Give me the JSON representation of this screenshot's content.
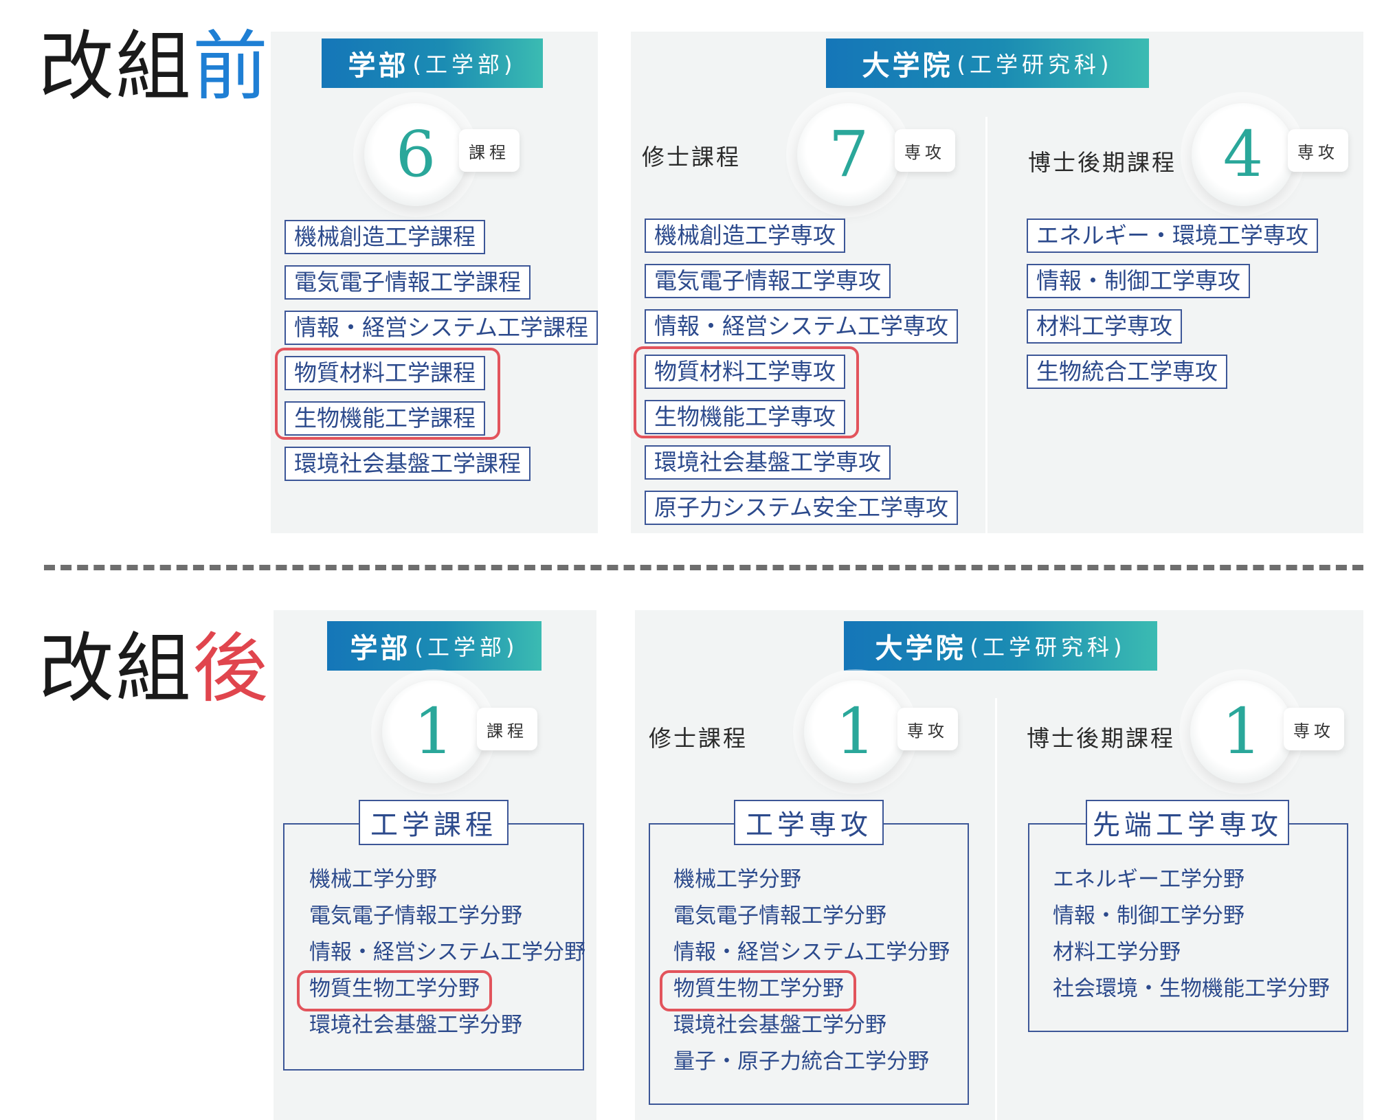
{
  "before": {
    "label_prefix": "改組",
    "label_accent": "前",
    "accent_color": "#1f7fd4",
    "faculty": {
      "header_main": "学部",
      "header_sub": "(工学部)",
      "count": "6",
      "unit": "課程",
      "programs": [
        "機械創造工学課程",
        "電気電子情報工学課程",
        "情報・経営システム工学課程",
        "物質材料工学課程",
        "生物機能工学課程",
        "環境社会基盤工学課程"
      ]
    },
    "graduate": {
      "header_main": "大学院",
      "header_sub": "(工学研究科)",
      "masters": {
        "label": "修士課程",
        "count": "7",
        "unit": "専攻",
        "programs": [
          "機械創造工学専攻",
          "電気電子情報工学専攻",
          "情報・経営システム工学専攻",
          "物質材料工学専攻",
          "生物機能工学専攻",
          "環境社会基盤工学専攻",
          "原子力システム安全工学専攻"
        ]
      },
      "doctoral": {
        "label": "博士後期課程",
        "count": "4",
        "unit": "専攻",
        "programs": [
          "エネルギー・環境工学専攻",
          "情報・制御工学専攻",
          "材料工学専攻",
          "生物統合工学専攻"
        ]
      }
    }
  },
  "after": {
    "label_prefix": "改組",
    "label_accent": "後",
    "accent_color": "#e0454d",
    "faculty": {
      "header_main": "学部",
      "header_sub": "(工学部)",
      "count": "1",
      "unit": "課程",
      "program_title": "工学課程",
      "fields": [
        "機械工学分野",
        "電気電子情報工学分野",
        "情報・経営システム工学分野",
        "物質生物工学分野",
        "環境社会基盤工学分野"
      ]
    },
    "graduate": {
      "header_main": "大学院",
      "header_sub": "(工学研究科)",
      "masters": {
        "label": "修士課程",
        "count": "1",
        "unit": "専攻",
        "program_title": "工学専攻",
        "fields": [
          "機械工学分野",
          "電気電子情報工学分野",
          "情報・経営システム工学分野",
          "物質生物工学分野",
          "環境社会基盤工学分野",
          "量子・原子力統合工学分野"
        ]
      },
      "doctoral": {
        "label": "博士後期課程",
        "count": "1",
        "unit": "専攻",
        "program_title": "先端工学専攻",
        "fields": [
          "エネルギー工学分野",
          "情報・制御工学分野",
          "材料工学分野",
          "社会環境・生物機能工学分野"
        ]
      }
    }
  },
  "colors": {
    "header_gradient_start": "#1576b8",
    "header_gradient_end": "#3bbbb2",
    "count_color": "#2aa79a",
    "list_border": "#3c5697",
    "highlight": "#e2545c",
    "panel_bg": "#f2f4f4"
  }
}
